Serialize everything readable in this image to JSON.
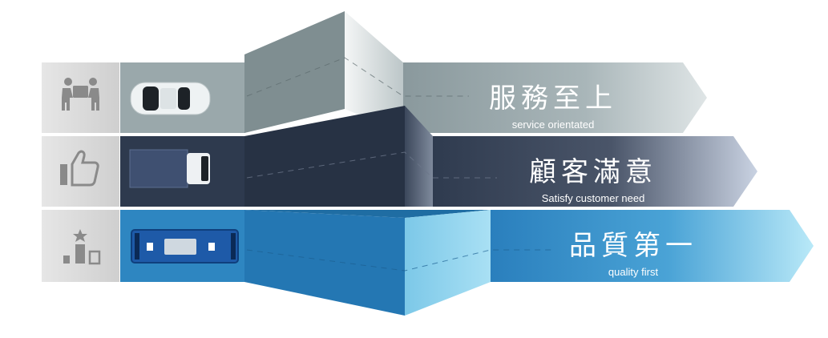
{
  "rows": [
    {
      "title": "服務至上",
      "subtitle": "service orientated",
      "icon": "people-carrying-box-icon",
      "vehicle": "car-icon"
    },
    {
      "title": "顧客滿意",
      "subtitle": "Satisfy customer need",
      "icon": "thumbs-up-icon",
      "vehicle": "truck-icon"
    },
    {
      "title": "品質第一",
      "subtitle": "quality first",
      "icon": "podium-star-icon",
      "vehicle": "bus-icon"
    }
  ],
  "colors": {
    "icon_panel": "#d9d9d9",
    "row1": "#9aa8ab",
    "row2": "#2e3a4e",
    "row3": "#2e86c1"
  }
}
